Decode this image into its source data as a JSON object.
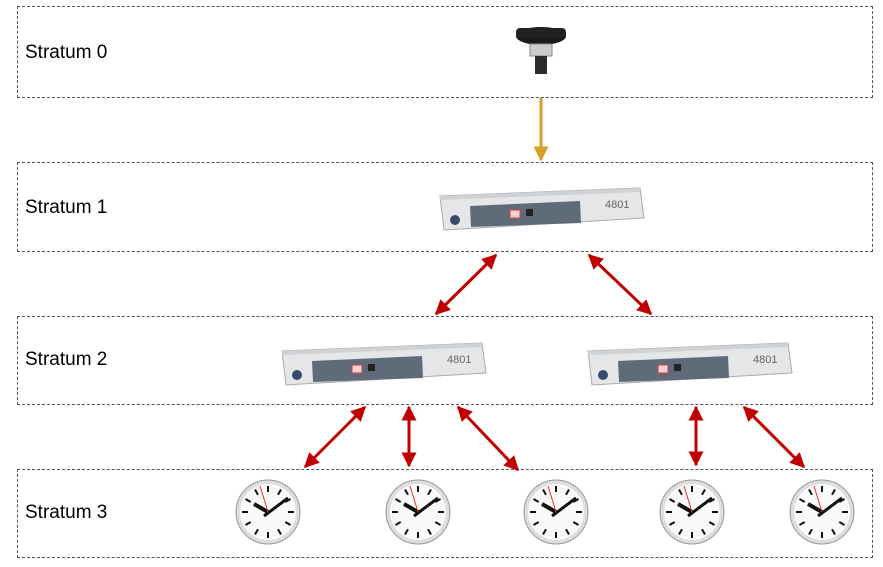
{
  "strata": [
    {
      "label": "Stratum 0",
      "device": "gps-antenna"
    },
    {
      "label": "Stratum 1",
      "device": "time-server"
    },
    {
      "label": "Stratum 2",
      "device": "time-server"
    },
    {
      "label": "Stratum 3",
      "device": "wall-clock"
    }
  ],
  "colors": {
    "antenna_link": "#D4A02A",
    "sync_link": "#C00000",
    "border": "#555555"
  }
}
